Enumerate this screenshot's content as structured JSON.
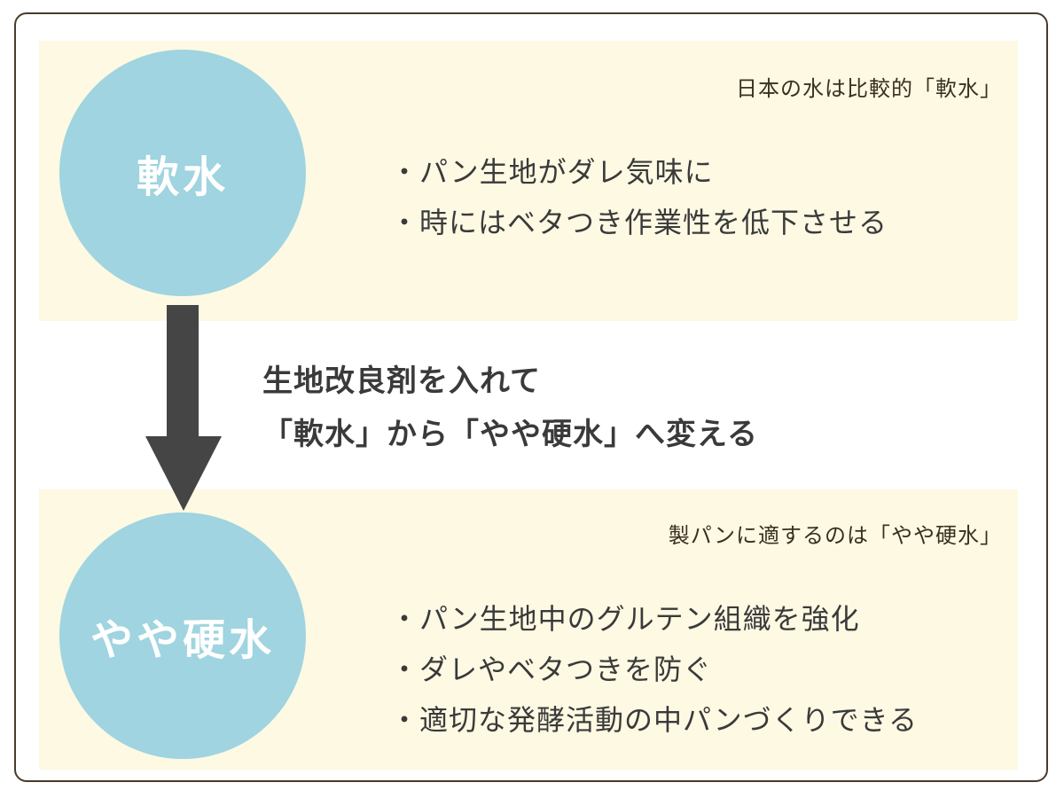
{
  "top_section": {
    "circle_label": "軟水",
    "caption": "日本の水は比較的「軟水」",
    "bullets": [
      "パン生地がダレ気味に",
      "時にはベタつき作業性を低下させる"
    ]
  },
  "transition": {
    "line1": "生地改良剤を入れて",
    "line2": "「軟水」から「やや硬水」へ変える"
  },
  "bottom_section": {
    "circle_label": "やや硬水",
    "caption": "製パンに適するのは「やや硬水」",
    "bullets": [
      "パン生地中のグルテン組織を強化",
      "ダレやベタつきを防ぐ",
      "適切な発酵活動の中パンづくりできる"
    ]
  },
  "colors": {
    "panel_background": "#fdf9e3",
    "circle": "#9fd4e0",
    "arrow": "#454545",
    "frame_border": "#4a3a2a"
  }
}
